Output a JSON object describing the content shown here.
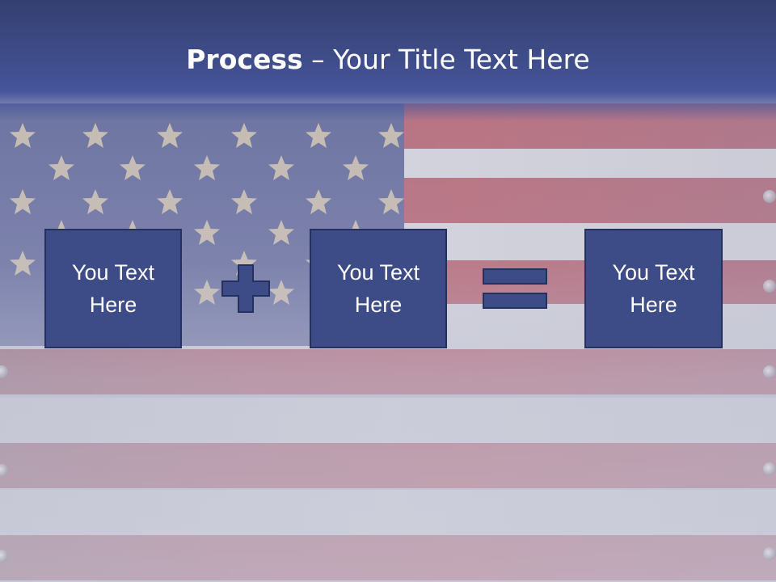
{
  "slide": {
    "title_bold": "Process",
    "title_rest": " – Your Title Text Here",
    "boxes": [
      {
        "label": "You Text Here"
      },
      {
        "label": "You Text Here"
      },
      {
        "label": "You Text Here"
      }
    ],
    "operators": [
      "plus-icon",
      "equals-icon"
    ]
  },
  "colors": {
    "title_band": "#3d4a85",
    "box_fill": "#3d4b87",
    "box_border": "#26305e",
    "flag_red": "#a85062",
    "flag_white": "#d8d7de",
    "flag_canton": "#48518a",
    "star": "#d9c8a8"
  }
}
